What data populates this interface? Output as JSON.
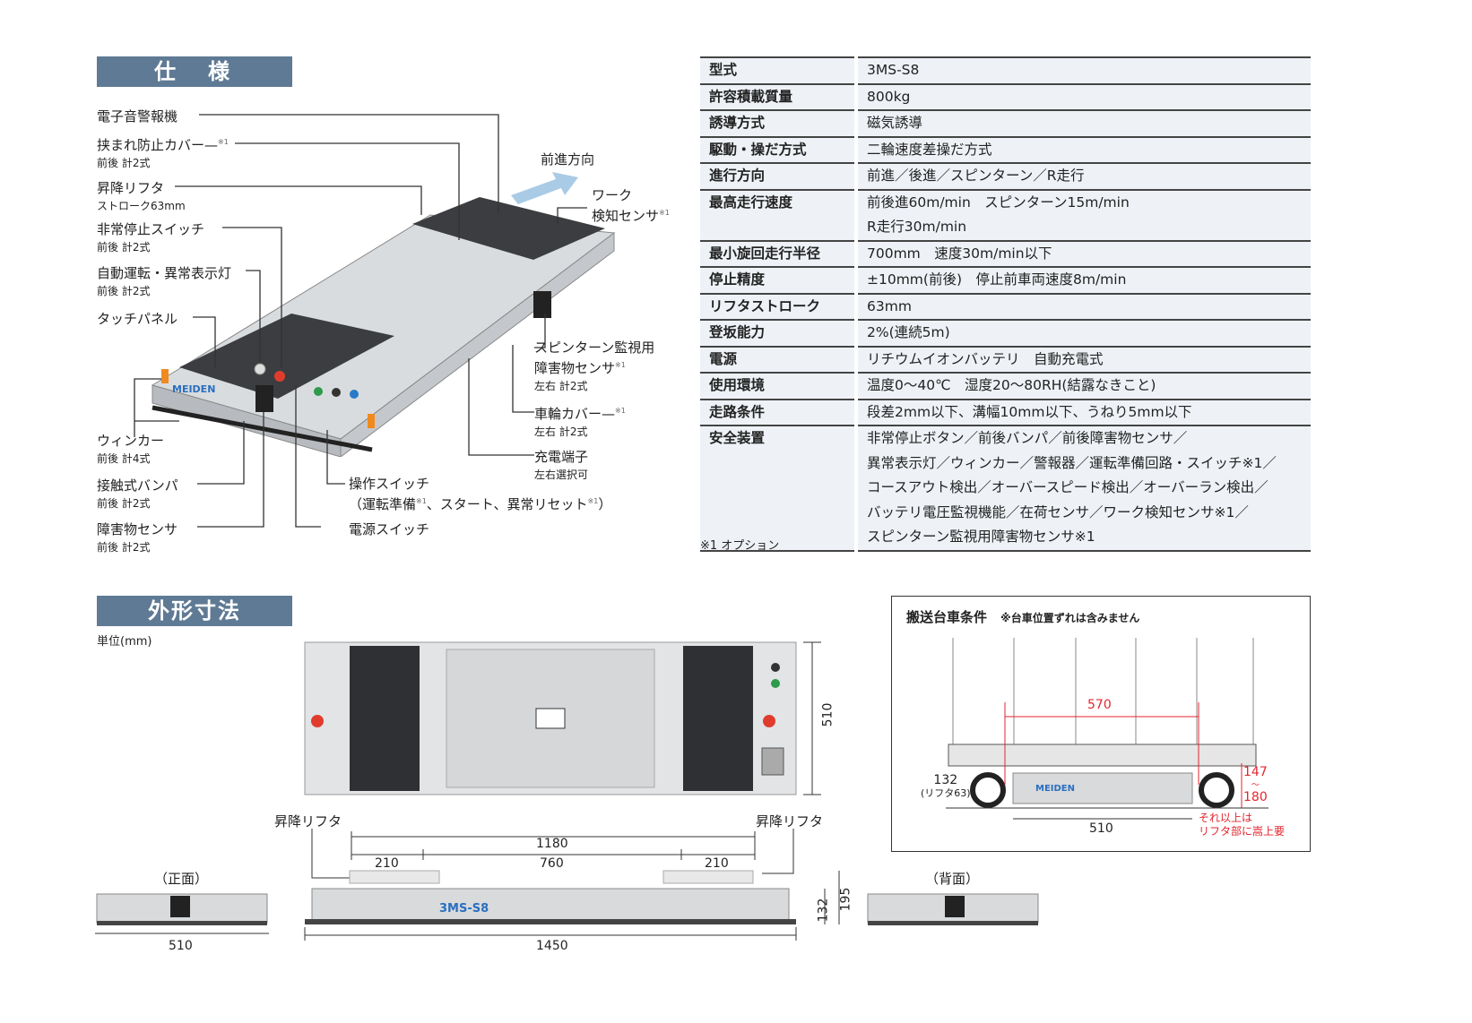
{
  "spec_section": {
    "title": "仕　様"
  },
  "callouts_left": [
    {
      "label": "電子音警報機",
      "sub": ""
    },
    {
      "label": "挟まれ防止カバー",
      "note": "※1",
      "sub": "前後 計2式"
    },
    {
      "label": "昇降リフタ",
      "sub": "ストローク63mm"
    },
    {
      "label": "非常停止スイッチ",
      "sub": "前後 計2式"
    },
    {
      "label": "自動運転・異常表示灯",
      "sub": "前後 計2式"
    },
    {
      "label": "タッチパネル",
      "sub": ""
    },
    {
      "label": "ウィンカー",
      "sub": "前後 計4式"
    },
    {
      "label": "接触式バンパ",
      "sub": "前後 計2式"
    },
    {
      "label": "障害物センサ",
      "sub": "前後 計2式"
    }
  ],
  "callouts_right": {
    "direction": "前進方向",
    "work_sensor": {
      "line1": "ワーク",
      "line2": "検知センサ",
      "note": "※1"
    },
    "spin_sensor": {
      "line1": "スピンターン監視用",
      "line2": "障害物センサ",
      "note": "※1",
      "sub": "左右 計2式"
    },
    "wheel_cover": {
      "label": "車輪カバー",
      "note": "※1",
      "sub": "左右 計2式"
    },
    "charge": {
      "label": "充電端子",
      "sub": "左右選択可"
    },
    "op_switch": {
      "line1": "操作スイッチ",
      "line2a": "（運転準備",
      "n1": "※1",
      "line2b": "、スタート、異常リセット",
      "n2": "※1",
      "line2c": "）"
    },
    "power_switch": "電源スイッチ"
  },
  "spec_table": [
    {
      "key": "型式",
      "values": [
        "3MS-S8"
      ]
    },
    {
      "key": "許容積載質量",
      "values": [
        "800kg"
      ]
    },
    {
      "key": "誘導方式",
      "values": [
        "磁気誘導"
      ]
    },
    {
      "key": "駆動・操だ方式",
      "values": [
        "二輪速度差操だ方式"
      ]
    },
    {
      "key": "進行方向",
      "values": [
        "前進／後進／スピンターン／R走行"
      ]
    },
    {
      "key": "最高走行速度",
      "values": [
        "前後進60m/min　スピンターン15m/min",
        "R走行30m/min"
      ]
    },
    {
      "key": "最小旋回走行半径",
      "values": [
        "700mm　速度30m/min以下"
      ]
    },
    {
      "key": "停止精度",
      "values": [
        "±10mm(前後)　停止前車両速度8m/min"
      ]
    },
    {
      "key": "リフタストローク",
      "values": [
        "63mm"
      ]
    },
    {
      "key": "登坂能力",
      "values": [
        "2%(連続5m)"
      ]
    },
    {
      "key": "電源",
      "values": [
        "リチウムイオンバッテリ　自動充電式"
      ]
    },
    {
      "key": "使用環境",
      "values": [
        "温度0～40℃　湿度20～80RH(結露なきこと)"
      ]
    },
    {
      "key": "走路条件",
      "values": [
        "段差2mm以下、溝幅10mm以下、うねり5mm以下"
      ]
    },
    {
      "key": "安全装置",
      "values": [
        "非常停止ボタン／前後バンパ／前後障害物センサ／",
        "異常表示灯／ウィンカー／警報器／運転準備回路・スイッチ※1／",
        "コースアウト検出／オーバースピード検出／オーバーラン検出／",
        "バッテリ電圧監視機能／在荷センサ／ワーク検知センサ※1／",
        "スピンターン監視用障害物センサ※1"
      ]
    }
  ],
  "footnote": "※1 オプション",
  "dimensions": {
    "title": "外形寸法",
    "unit": "単位(mm)",
    "brand": "MEIDEN",
    "model": "3MS-S8",
    "top_width": "510",
    "lifter_left": "昇降リフタ",
    "lifter_right": "昇降リフタ",
    "d1180": "1180",
    "d760": "760",
    "d210a": "210",
    "d210b": "210",
    "d1450": "1450",
    "d132": "132",
    "d195": "195",
    "front": "（正面）",
    "back": "（背面）",
    "front_w": "510"
  },
  "cart": {
    "title": "搬送台車条件",
    "note": "※台車位置ずれは含みません",
    "d570": "570",
    "d132": "132",
    "d132sub": "(リフタ63)",
    "h1": "147",
    "tilde": "～",
    "h2": "180",
    "d510": "510",
    "warn1": "それ以上は",
    "warn2": "リフタ部に嵩上要"
  },
  "colors": {
    "header": "#5f7a94",
    "row": "#eef2f7",
    "red": "#e3262f",
    "arrow": "#a9cbe6"
  }
}
